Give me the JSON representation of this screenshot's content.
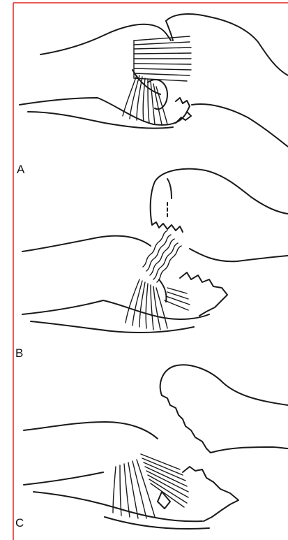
{
  "figure": {
    "border_color": "#e02020",
    "line_color": "#1a1a1a",
    "panels": [
      {
        "label": "A"
      },
      {
        "label": "B"
      },
      {
        "label": "C"
      }
    ]
  }
}
